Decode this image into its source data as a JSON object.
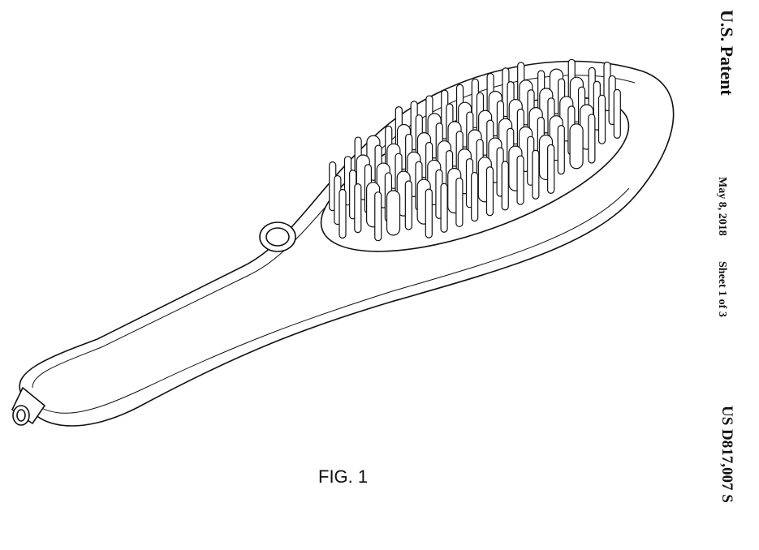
{
  "header": {
    "publisher": "U.S. Patent",
    "date": "May 8, 2018",
    "sheet": "Sheet 1 of 3",
    "patent_number": "US D817,007 S"
  },
  "figure": {
    "label": "FIG. 1",
    "subject_icon": "hair-brush-drawing"
  }
}
